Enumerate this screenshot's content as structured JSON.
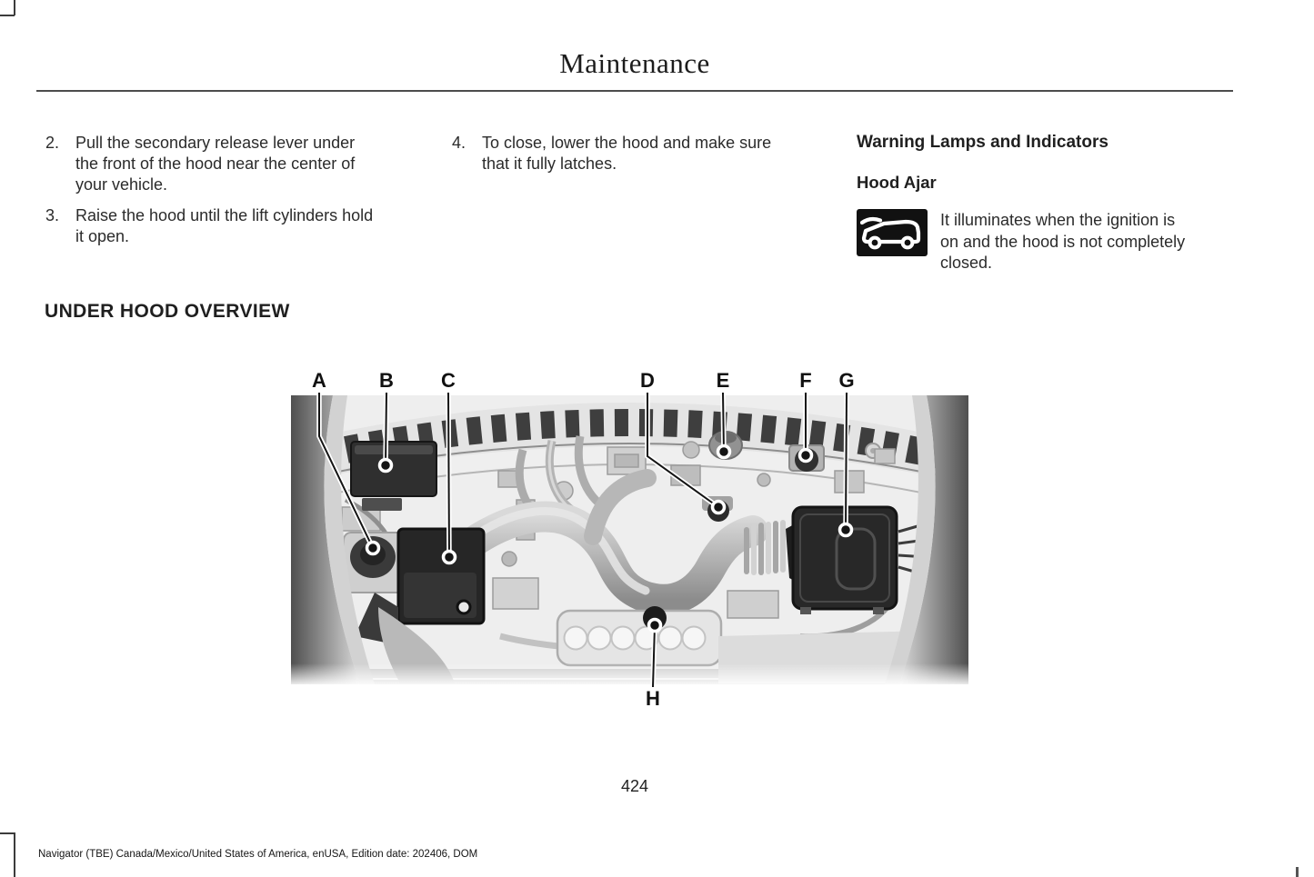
{
  "page": {
    "title": "Maintenance",
    "page_number": "424",
    "footer": "Navigator (TBE) Canada/Mexico/United States of America, enUSA, Edition date: 202406, DOM"
  },
  "columns": {
    "col1": {
      "items": [
        {
          "num": "2.",
          "lines": [
            "Pull the secondary release lever under",
            "the front of the hood near the center of",
            "your vehicle."
          ]
        },
        {
          "num": "3.",
          "lines": [
            "Raise the hood until the lift cylinders hold",
            "it open."
          ]
        }
      ]
    },
    "col2": {
      "items": [
        {
          "num": "4.",
          "lines": [
            "To close, lower the hood and make sure",
            "that it fully latches."
          ]
        }
      ]
    },
    "col3": {
      "heading": "Warning Lamps and Indicators",
      "subheading": "Hood Ajar",
      "icon": "hood-ajar-warning-icon",
      "body_lines": [
        "It illuminates when the ignition is",
        "on and the hood is not completely",
        "closed."
      ]
    }
  },
  "section": {
    "heading": "UNDER HOOD OVERVIEW"
  },
  "figure": {
    "description": "Under hood overview engine bay illustration",
    "callouts": [
      {
        "label": "A"
      },
      {
        "label": "B"
      },
      {
        "label": "C"
      },
      {
        "label": "D"
      },
      {
        "label": "E"
      },
      {
        "label": "F"
      },
      {
        "label": "G"
      },
      {
        "label": "H"
      }
    ]
  },
  "colors": {
    "icon_background": "#111111",
    "rule": "#4c4c4c",
    "body_text": "#2b2b2b"
  }
}
